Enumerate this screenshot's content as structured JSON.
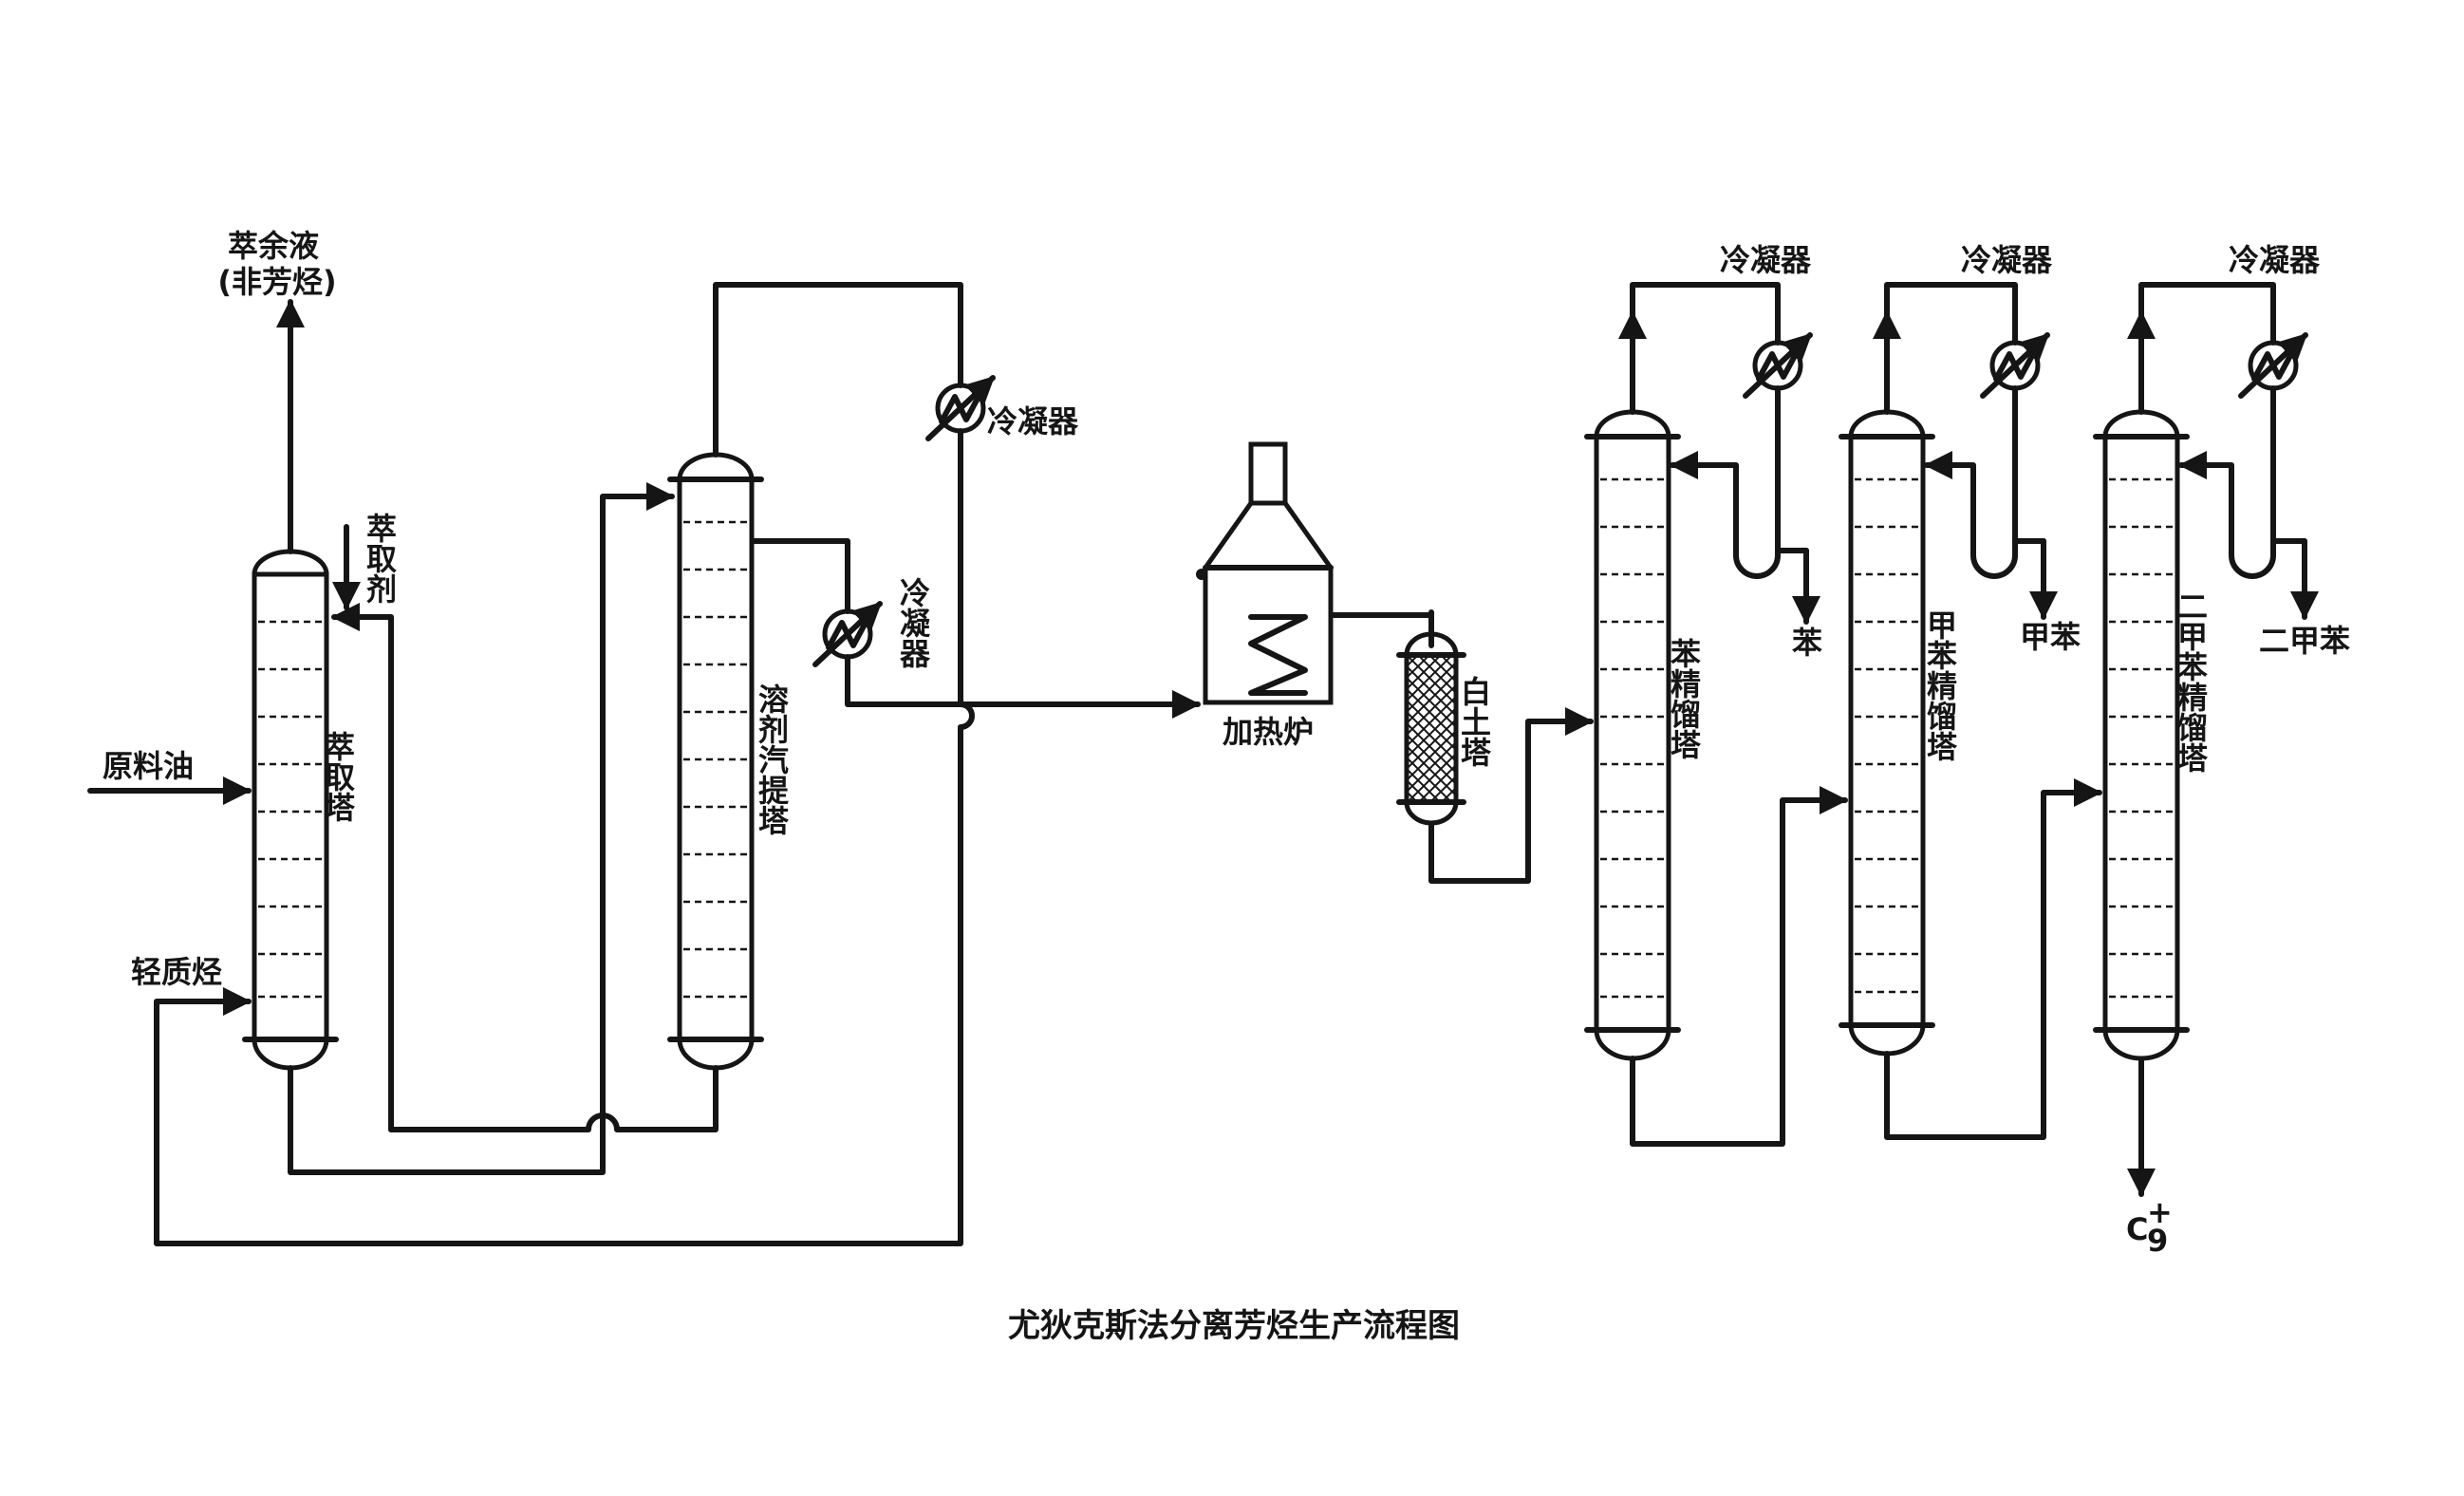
{
  "labels": {
    "raffinate": "萃余液",
    "raffinate_sub": "(非芳烃)",
    "solvent": "萃取剂",
    "feed": "原料油",
    "extraction_tower": "萃取塔",
    "light_hc": "轻质烃",
    "stripper": "溶剂汽提塔",
    "condenser": "冷凝器",
    "heater": "加热炉",
    "clay_tower": "白土塔",
    "benzene_column": "苯精馏塔",
    "toluene_column": "甲苯精馏塔",
    "xylene_column": "二甲苯精馏塔",
    "benzene": "苯",
    "toluene": "甲苯",
    "xylene": "二甲苯",
    "c9_main": "C",
    "c9_sub": "9",
    "c9_sup": "+"
  },
  "caption": "尤狄克斯法分离芳烃生产流程图"
}
